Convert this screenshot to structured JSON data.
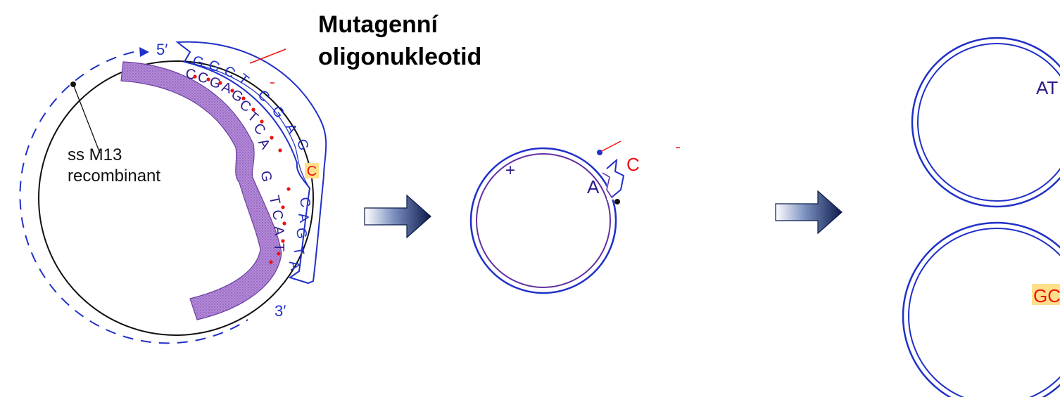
{
  "title": {
    "line1": "Mutagenní",
    "line2": "oligonukleotid"
  },
  "template_label": {
    "line1": "ss M13",
    "line2": "recombinant"
  },
  "primer_ends": {
    "five_prime": "5′",
    "three_prime": "3′"
  },
  "template_bases": [
    "C",
    "C",
    "G",
    "A",
    "G",
    "C",
    "T",
    "C",
    "A",
    "G",
    "T",
    "C",
    "A",
    "T"
  ],
  "primer_bases_top": [
    "G",
    "G",
    "C",
    "T",
    "C",
    "G",
    "A",
    "G"
  ],
  "primer_mismatch_base": "C",
  "primer_bases_bottom": [
    "C",
    "A",
    "G",
    "T",
    "A"
  ],
  "heteroduplex": {
    "plus_sign": "+",
    "template_base": "A",
    "mutant_base": "C"
  },
  "product_wild": "AT",
  "product_mutant": "GC",
  "colors": {
    "blue": "#2030c8",
    "purple": "#8a55c0",
    "purple_text": "#2a1b8a",
    "red": "#ee1111",
    "highlight": "#ffe08a"
  }
}
